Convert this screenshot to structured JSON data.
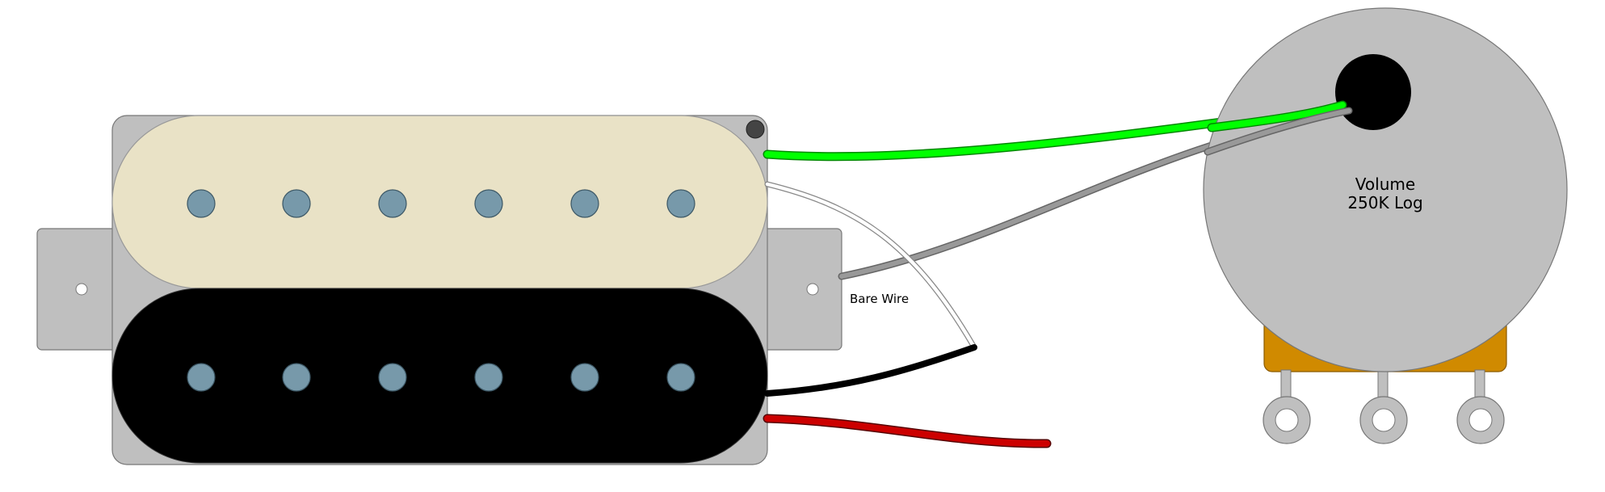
{
  "labels": {
    "bare_wire": "Bare Wire",
    "pot_name": "Volume",
    "pot_value": "250K Log"
  },
  "pickup": {
    "poles_per_coil": 6,
    "coil_colors": {
      "north": "#E9E2C6",
      "south": "#000000"
    },
    "pole_color": "#7799AA",
    "baseplate_color": "#BFBFBF"
  },
  "pot": {
    "body_color": "#BFBFBF",
    "casing_color": "#D08A00",
    "shaft_color": "#000000",
    "lugs": 3
  },
  "wires": [
    {
      "name": "green",
      "color": "#00FF00"
    },
    {
      "name": "gray",
      "color": "#999999"
    },
    {
      "name": "white",
      "color": "#FFFFFF"
    },
    {
      "name": "black",
      "color": "#000000"
    },
    {
      "name": "red",
      "color": "#CC0000"
    }
  ]
}
